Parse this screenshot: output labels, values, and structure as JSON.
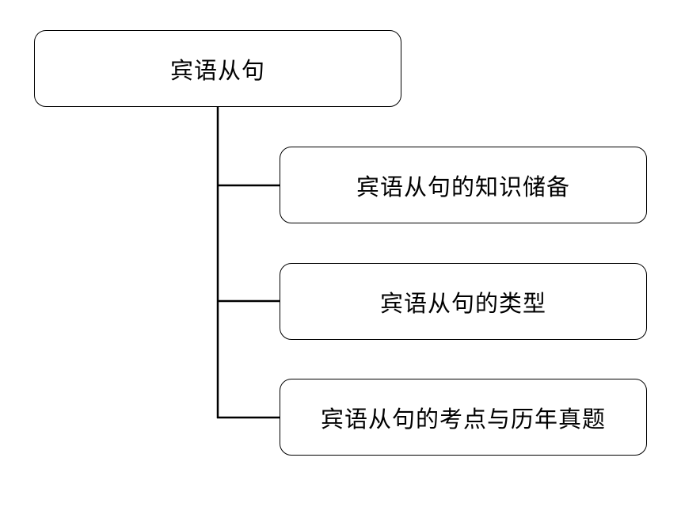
{
  "root": {
    "label": "宾语从句"
  },
  "children": [
    {
      "label": "宾语从句的知识储备"
    },
    {
      "label": "宾语从句的类型"
    },
    {
      "label": "宾语从句的考点与历年真题"
    }
  ],
  "colors": {
    "line": "#000000",
    "box_border": "#000000",
    "background": "#ffffff"
  }
}
